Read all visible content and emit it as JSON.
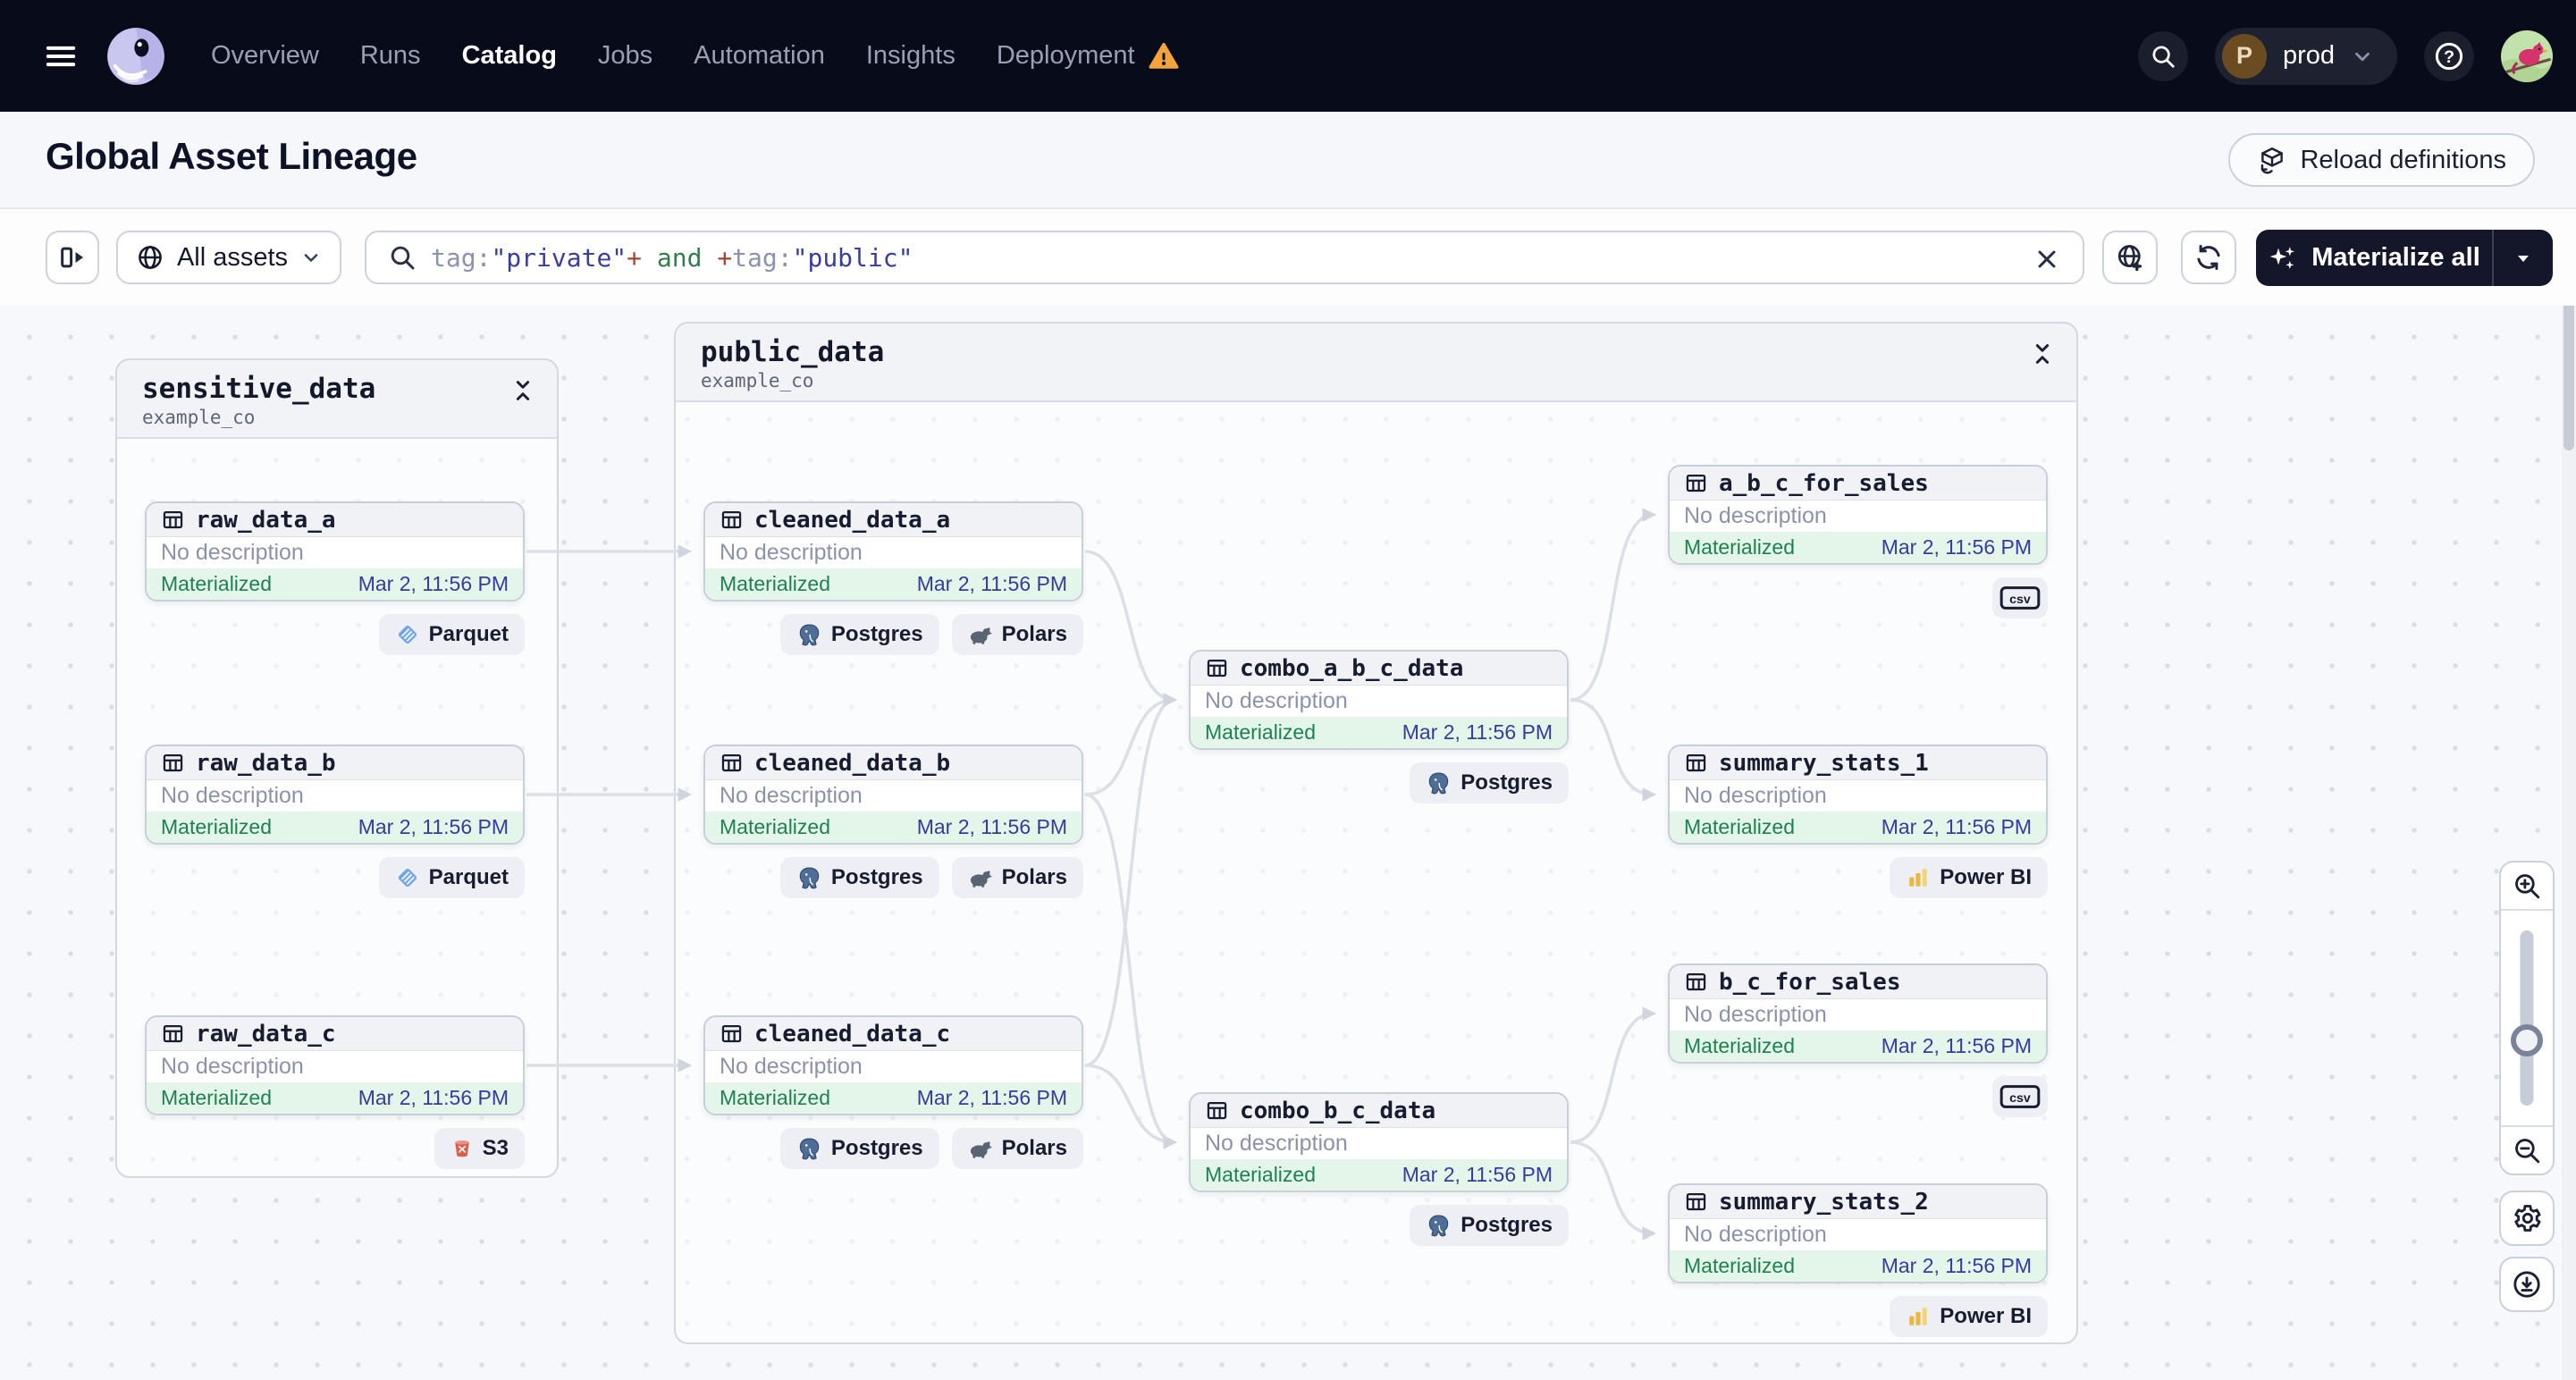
{
  "nav": {
    "items": [
      "Overview",
      "Runs",
      "Catalog",
      "Jobs",
      "Automation",
      "Insights",
      "Deployment"
    ],
    "active": "Catalog",
    "warning_item": "Deployment",
    "environment": {
      "initial": "P",
      "name": "prod"
    }
  },
  "page": {
    "title": "Global Asset Lineage",
    "reload_button": "Reload definitions"
  },
  "toolbar": {
    "scope_button": "All assets",
    "search_query_text": "tag:\"private\"+ and +tag:\"public\"",
    "search_query_tokens": [
      {
        "text": "tag:",
        "type": "key"
      },
      {
        "text": "\"private\"",
        "type": "str"
      },
      {
        "text": "+",
        "type": "plus"
      },
      {
        "text": " and ",
        "type": "kw"
      },
      {
        "text": "+",
        "type": "plus"
      },
      {
        "text": "tag:",
        "type": "key"
      },
      {
        "text": "\"public\"",
        "type": "str"
      }
    ],
    "materialize_button": "Materialize all"
  },
  "graph": {
    "groups": [
      {
        "id": "sensitive_data",
        "title": "sensitive_data",
        "subtitle": "example_co"
      },
      {
        "id": "public_data",
        "title": "public_data",
        "subtitle": "example_co"
      }
    ],
    "nodes": [
      {
        "id": "raw_data_a",
        "group": "sensitive_data",
        "title": "raw_data_a",
        "description": "No description",
        "status": "Materialized",
        "timestamp": "Mar 2, 11:56 PM",
        "badges": [
          {
            "icon": "parquet",
            "label": "Parquet"
          }
        ]
      },
      {
        "id": "raw_data_b",
        "group": "sensitive_data",
        "title": "raw_data_b",
        "description": "No description",
        "status": "Materialized",
        "timestamp": "Mar 2, 11:56 PM",
        "badges": [
          {
            "icon": "parquet",
            "label": "Parquet"
          }
        ]
      },
      {
        "id": "raw_data_c",
        "group": "sensitive_data",
        "title": "raw_data_c",
        "description": "No description",
        "status": "Materialized",
        "timestamp": "Mar 2, 11:56 PM",
        "badges": [
          {
            "icon": "s3",
            "label": "S3"
          }
        ]
      },
      {
        "id": "cleaned_data_a",
        "group": "public_data",
        "title": "cleaned_data_a",
        "description": "No description",
        "status": "Materialized",
        "timestamp": "Mar 2, 11:56 PM",
        "badges": [
          {
            "icon": "postgres",
            "label": "Postgres"
          },
          {
            "icon": "polars",
            "label": "Polars"
          }
        ]
      },
      {
        "id": "cleaned_data_b",
        "group": "public_data",
        "title": "cleaned_data_b",
        "description": "No description",
        "status": "Materialized",
        "timestamp": "Mar 2, 11:56 PM",
        "badges": [
          {
            "icon": "postgres",
            "label": "Postgres"
          },
          {
            "icon": "polars",
            "label": "Polars"
          }
        ]
      },
      {
        "id": "cleaned_data_c",
        "group": "public_data",
        "title": "cleaned_data_c",
        "description": "No description",
        "status": "Materialized",
        "timestamp": "Mar 2, 11:56 PM",
        "badges": [
          {
            "icon": "postgres",
            "label": "Postgres"
          },
          {
            "icon": "polars",
            "label": "Polars"
          }
        ]
      },
      {
        "id": "combo_a_b_c_data",
        "group": "public_data",
        "title": "combo_a_b_c_data",
        "description": "No description",
        "status": "Materialized",
        "timestamp": "Mar 2, 11:56 PM",
        "badges": [
          {
            "icon": "postgres",
            "label": "Postgres"
          }
        ]
      },
      {
        "id": "a_b_c_for_sales",
        "group": "public_data",
        "title": "a_b_c_for_sales",
        "description": "No description",
        "status": "Materialized",
        "timestamp": "Mar 2, 11:56 PM",
        "badges": [
          {
            "icon": "csv",
            "label": "csv"
          }
        ]
      },
      {
        "id": "summary_stats_1",
        "group": "public_data",
        "title": "summary_stats_1",
        "description": "No description",
        "status": "Materialized",
        "timestamp": "Mar 2, 11:56 PM",
        "badges": [
          {
            "icon": "powerbi",
            "label": "Power BI"
          }
        ]
      },
      {
        "id": "b_c_for_sales",
        "group": "public_data",
        "title": "b_c_for_sales",
        "description": "No description",
        "status": "Materialized",
        "timestamp": "Mar 2, 11:56 PM",
        "badges": [
          {
            "icon": "csv",
            "label": "csv"
          }
        ]
      },
      {
        "id": "combo_b_c_data",
        "group": "public_data",
        "title": "combo_b_c_data",
        "description": "No description",
        "status": "Materialized",
        "timestamp": "Mar 2, 11:56 PM",
        "badges": [
          {
            "icon": "postgres",
            "label": "Postgres"
          }
        ]
      },
      {
        "id": "summary_stats_2",
        "group": "public_data",
        "title": "summary_stats_2",
        "description": "No description",
        "status": "Materialized",
        "timestamp": "Mar 2, 11:56 PM",
        "badges": [
          {
            "icon": "powerbi",
            "label": "Power BI"
          }
        ]
      }
    ],
    "edges": [
      [
        "raw_data_a",
        "cleaned_data_a"
      ],
      [
        "raw_data_b",
        "cleaned_data_b"
      ],
      [
        "raw_data_c",
        "cleaned_data_c"
      ],
      [
        "cleaned_data_a",
        "combo_a_b_c_data"
      ],
      [
        "cleaned_data_b",
        "combo_a_b_c_data"
      ],
      [
        "cleaned_data_c",
        "combo_a_b_c_data"
      ],
      [
        "cleaned_data_b",
        "combo_b_c_data"
      ],
      [
        "cleaned_data_c",
        "combo_b_c_data"
      ],
      [
        "combo_a_b_c_data",
        "a_b_c_for_sales"
      ],
      [
        "combo_a_b_c_data",
        "summary_stats_1"
      ],
      [
        "combo_b_c_data",
        "b_c_for_sales"
      ],
      [
        "combo_b_c_data",
        "summary_stats_2"
      ]
    ]
  },
  "colors": {
    "nav_bg": "#070B1A",
    "status_green": "#208150",
    "status_bg": "#E4F5EA",
    "timestamp_indigo": "#373B9C",
    "warning_amber": "#F2A33C",
    "edge_gray": "#DBDFE6",
    "query_key": "#8A93A8",
    "query_string": "#3A3D9C",
    "query_plus": "#A2432D",
    "query_keyword": "#377B50"
  }
}
